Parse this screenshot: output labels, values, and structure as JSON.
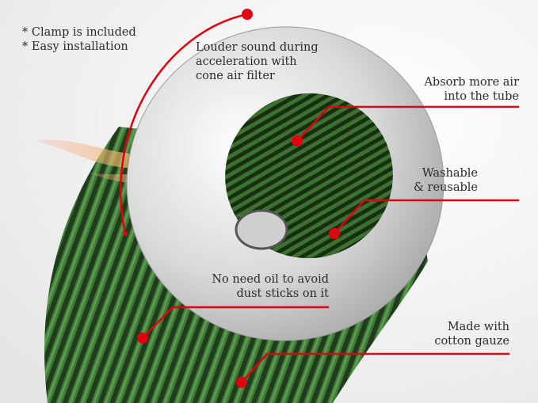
{
  "features_top_left": [
    "* Clamp is included",
    "* Easy installation"
  ],
  "callouts": {
    "sound": [
      "Louder sound during",
      "acceleration with",
      "cone air filter"
    ],
    "absorb": [
      "Absorb more air",
      "into the tube"
    ],
    "washable": [
      "Washable",
      "& reusable"
    ],
    "oil": [
      "No need oil to avoid",
      "dust sticks on it"
    ],
    "gauze": [
      "Made with",
      "cotton gauze"
    ]
  },
  "colors": {
    "accent_red": "#e0000f",
    "filter_green": "#2f5a2a",
    "chrome": "#dcdcdc"
  }
}
